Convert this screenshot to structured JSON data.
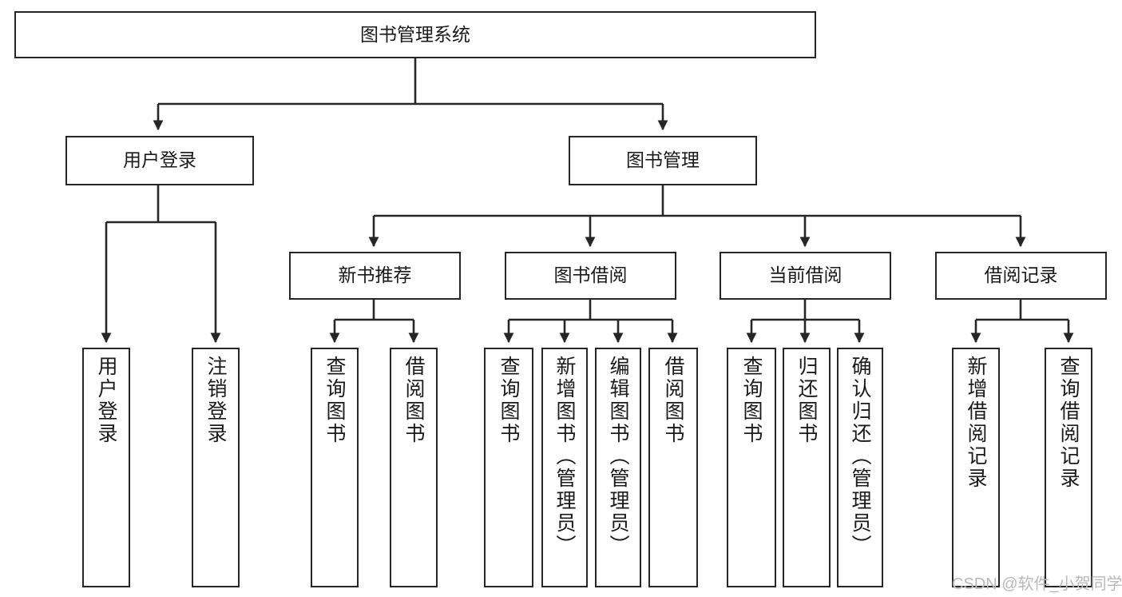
{
  "diagram": {
    "title": "图书管理系统",
    "type": "hierarchy-tree",
    "colors": {
      "box_border": "#262626",
      "box_fill": "#ffffff",
      "edge": "#262626",
      "text": "#1a1a1a",
      "watermark": "#b9b9b9",
      "background": "#ffffff"
    },
    "watermark": "CSDN @软件_小贺同学",
    "nodes": {
      "root": {
        "label": "图书管理系统"
      },
      "level2": [
        {
          "label": "用户登录"
        },
        {
          "label": "图书管理"
        }
      ],
      "level3": [
        {
          "label": "新书推荐"
        },
        {
          "label": "图书借阅"
        },
        {
          "label": "当前借阅"
        },
        {
          "label": "借阅记录"
        }
      ],
      "leaves": {
        "user_login": [
          {
            "label": "用户登录"
          },
          {
            "label": "注销登录"
          }
        ],
        "new_book_recommend": [
          {
            "label": "查询图书"
          },
          {
            "label": "借阅图书"
          }
        ],
        "book_borrow": [
          {
            "label": "查询图书"
          },
          {
            "label": "新增图书（管理员）"
          },
          {
            "label": "编辑图书（管理员）"
          },
          {
            "label": "借阅图书"
          }
        ],
        "current_borrow": [
          {
            "label": "查询图书"
          },
          {
            "label": "归还图书"
          },
          {
            "label": "确认归还（管理员）"
          }
        ],
        "borrow_record": [
          {
            "label": "新增借阅记录"
          },
          {
            "label": "查询借阅记录"
          }
        ]
      }
    }
  }
}
